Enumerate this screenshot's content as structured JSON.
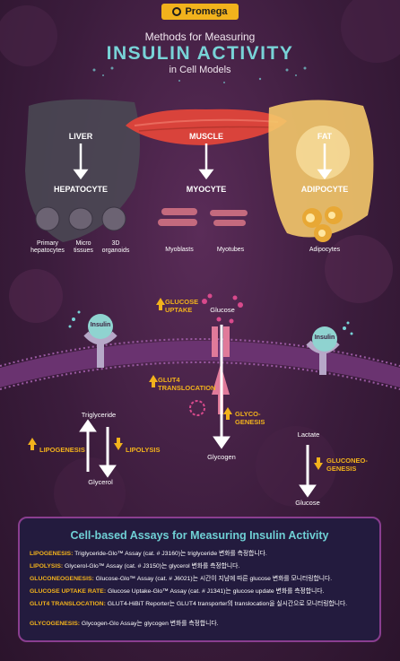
{
  "brand": {
    "name": "Promega"
  },
  "title": {
    "line1": "Methods for Measuring",
    "line2": "INSULIN ACTIVITY",
    "line3": "in Cell Models"
  },
  "tissues": [
    {
      "tissue": "LIVER",
      "cell": "HEPATOCYTE",
      "models": [
        "Primary hepatocytes",
        "Micro tissues",
        "3D organoids"
      ]
    },
    {
      "tissue": "MUSCLE",
      "cell": "MYOCYTE",
      "models": [
        "Myoblasts",
        "Myotubes"
      ]
    },
    {
      "tissue": "FAT",
      "cell": "ADIPOCYTE",
      "models": [
        "Adipocytes"
      ]
    }
  ],
  "pathway": {
    "insulin_left": "Insulin",
    "insulin_right": "Insulin",
    "glucose": "Glucose",
    "glucose_uptake": "GLUCOSE UPTAKE",
    "glut4_translocation": "GLUT4 TRANSLOCATION",
    "glycogenesis": "GLYCO-GENESIS",
    "glycogen": "Glycogen",
    "triglyceride": "Triglyceride",
    "glycerol": "Glycerol",
    "lipogenesis": "LIPOGENESIS",
    "lipolysis": "LIPOLYSIS",
    "lactate": "Lactate",
    "gluconeogenesis": "GLUCONEO-GENESIS",
    "glucose_bottom": "Glucose"
  },
  "assays": {
    "title": "Cell-based Assays for Measuring Insulin Activity",
    "rows": [
      {
        "label": "LIPOGENESIS:",
        "text": "Triglyceride-Glo™ Assay (cat. # J3160)는 triglyceride 변화를 측정합니다."
      },
      {
        "label": "LIPOLYSIS:",
        "text": "Glycerol-Glo™ Assay (cat. # J3150)는 glycerol 변화를 측정합니다."
      },
      {
        "label": "GLUCONEOGENESIS:",
        "text": "Glucose-Glo™ Assay (cat. # J6021)는 시간이 지남에 따른 glucose 변화를 모니터링합니다."
      },
      {
        "label": "GLUCOSE UPTAKE RATE:",
        "text": "Glucose Uptake-Glo™ Assay (cat. # J1341)는 glucose update 변화를 측정합니다."
      },
      {
        "label": "GLUT4 TRANSLOCATION:",
        "text": "GLUT4-HiBiT Reporter는 GLUT4 transporter의 translocation을 실시간으로 모니터링합니다."
      },
      {
        "label": "GLYCOGENESIS:",
        "text": "Glycogen-Glo Assay는 glycogen 변화를 측정합니다."
      }
    ]
  },
  "colors": {
    "accent_teal": "#78d3d7",
    "accent_orange": "#f2b21c",
    "background": "#3a1d3c",
    "panel_border": "#8a3e90"
  }
}
